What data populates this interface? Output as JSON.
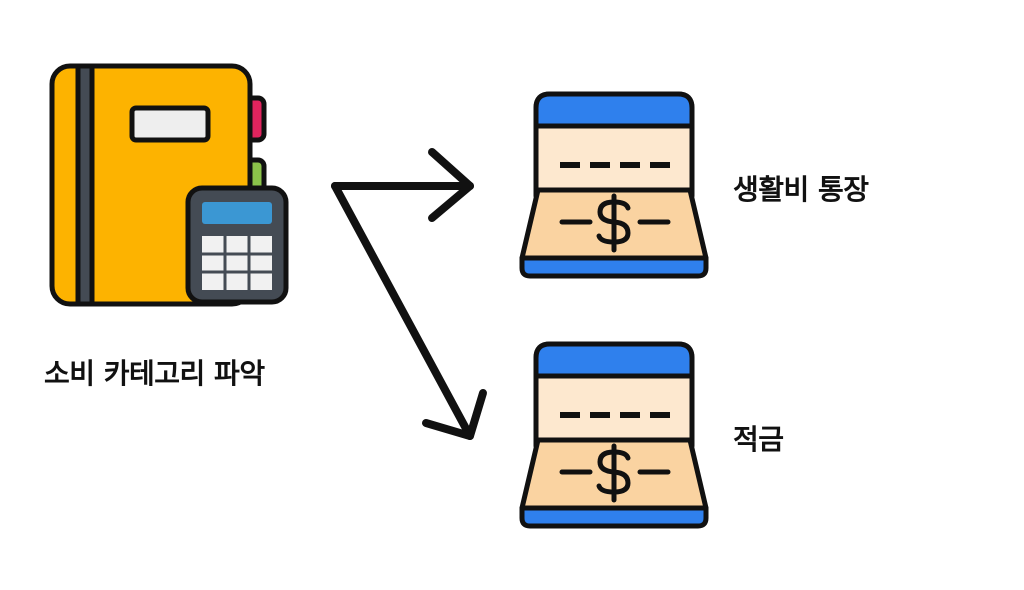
{
  "diagram": {
    "source": {
      "label": "소비 카테고리 파악",
      "icon": "notebook-calculator-icon"
    },
    "targets": [
      {
        "label": "생활비 통장",
        "icon": "money-tray-icon"
      },
      {
        "label": "적금",
        "icon": "money-tray-icon"
      }
    ],
    "colors": {
      "notebook": "#FDB300",
      "notebook_spine": "#444B54",
      "tab_red": "#E0245E",
      "tab_green": "#8BC34A",
      "calculator_body": "#444B54",
      "calculator_screen": "#3B97D3",
      "tray_blue": "#2F80ED",
      "tray_paper": "#FDE8CF",
      "tray_front": "#FAD3A1",
      "outline": "#111111"
    }
  }
}
